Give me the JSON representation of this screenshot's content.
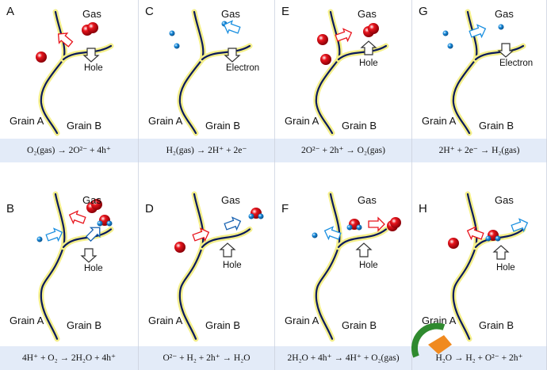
{
  "panels": [
    {
      "letter": "A",
      "gas": "Gas",
      "carrier": "Hole",
      "grain_a": "Grain A",
      "grain_b": "Grain B",
      "equation": "O₂(gas) → 2O²⁻ + 4h⁺"
    },
    {
      "letter": "C",
      "gas": "Gas",
      "carrier": "Electron",
      "grain_a": "Grain A",
      "grain_b": "Grain B",
      "equation": "H₂(gas) → 2H⁺ + 2e⁻"
    },
    {
      "letter": "E",
      "gas": "Gas",
      "carrier": "Hole",
      "grain_a": "Grain A",
      "grain_b": "Grain B",
      "equation": "2O²⁻ + 2h⁺ → O₂(gas)"
    },
    {
      "letter": "G",
      "gas": "Gas",
      "carrier": "Electron",
      "grain_a": "Grain A",
      "grain_b": "Grain B",
      "equation": "2H⁺ + 2e⁻ → H₂(gas)"
    },
    {
      "letter": "B",
      "gas": "Gas",
      "carrier": "Hole",
      "grain_a": "Grain A",
      "grain_b": "Grain B",
      "equation": "4H⁺ + O₂ → 2H₂O + 4h⁺"
    },
    {
      "letter": "D",
      "gas": "Gas",
      "carrier": "Hole",
      "grain_a": "Grain A",
      "grain_b": "Grain B",
      "equation": "O²⁻ + H₂ + 2h⁺ → H₂O"
    },
    {
      "letter": "F",
      "gas": "Gas",
      "carrier": "Hole",
      "grain_a": "Grain A",
      "grain_b": "Grain B",
      "equation": "2H₂O + 4h⁺ → 4H⁺ + O₂(gas)"
    },
    {
      "letter": "H",
      "gas": "Gas",
      "carrier": "Hole",
      "grain_a": "Grain A",
      "grain_b": "Grain B",
      "equation": "H₂O → H₂ + O²⁻ + 2h⁺"
    }
  ],
  "colors": {
    "oxygen": "#e8141c",
    "hydrogen": "#1a8fe0",
    "boundary": "#0b1a5c",
    "glow": "#f4ef8a",
    "eq_band": "#e3ebf8"
  }
}
